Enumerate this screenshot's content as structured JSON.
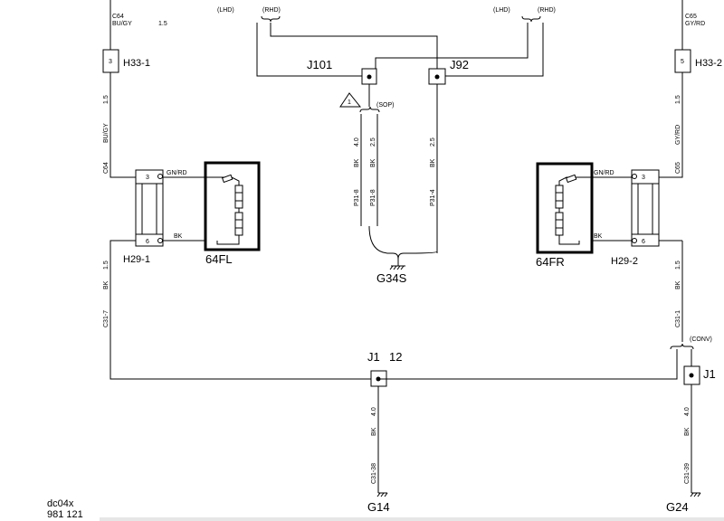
{
  "top": {
    "left_wire_code": "C64",
    "left_wire_color": "BU/GY",
    "left_wire_size": "1.5",
    "right_wire_code": "C65",
    "right_wire_color": "GY/RD",
    "lhd_left": "(LHD)",
    "rhd_left": "(RHD)",
    "lhd_right": "(LHD)",
    "rhd_right": "(RHD)"
  },
  "connectors": {
    "h33_1": {
      "label": "H33-1",
      "pin": "3"
    },
    "h33_2": {
      "label": "H33-2",
      "pin": "5"
    },
    "h29_1": {
      "label": "H29-1",
      "pin_top": "3",
      "pin_bottom": "6"
    },
    "h29_2": {
      "label": "H29-2",
      "pin_top": "3",
      "pin_bottom": "6"
    }
  },
  "components": {
    "left": {
      "label": "64FL"
    },
    "right": {
      "label": "64FR"
    }
  },
  "junctions": {
    "j101": "J101",
    "j92": "J92",
    "j1_center": "J1",
    "j1_center_pin": "12",
    "j1_right": "J1"
  },
  "grounds": {
    "g34s": "G34S",
    "g14": "G14",
    "g24": "G24"
  },
  "notes": {
    "sop": "(SOP)",
    "conv": "(CONV)",
    "warning": "1"
  },
  "wires": {
    "left_vert_size": "1.5",
    "left_vert_color": "BU/GY",
    "left_vert_code": "C64",
    "left_sensor_top_color": "GN/RD",
    "left_sensor_bottom_color": "BK",
    "left_lower_size": "1.5",
    "left_lower_color": "BK",
    "left_lower_code": "C31-7",
    "right_vert_size": "1.5",
    "right_vert_color": "GY/RD",
    "right_vert_code": "C65",
    "right_sensor_top_color": "GN/RD",
    "right_sensor_bottom_color": "BK",
    "right_lower_size": "1.5",
    "right_lower_color": "BK",
    "right_lower_code": "C31-1",
    "center_a_size": "4.0",
    "center_a_color": "BK",
    "center_a_code": "P31-8",
    "center_b_size": "2.5",
    "center_b_color": "BK",
    "center_b_code": "P31-8",
    "center_c_size": "2.5",
    "center_c_color": "BK",
    "center_c_code": "P31-4",
    "g14_size": "4.0",
    "g14_color": "BK",
    "g14_code": "C31-38",
    "g24_size": "4.0",
    "g24_color": "BK",
    "g24_code": "C31-39"
  },
  "footer": {
    "doc_id": "dc04x",
    "page_ref": "981  121"
  }
}
